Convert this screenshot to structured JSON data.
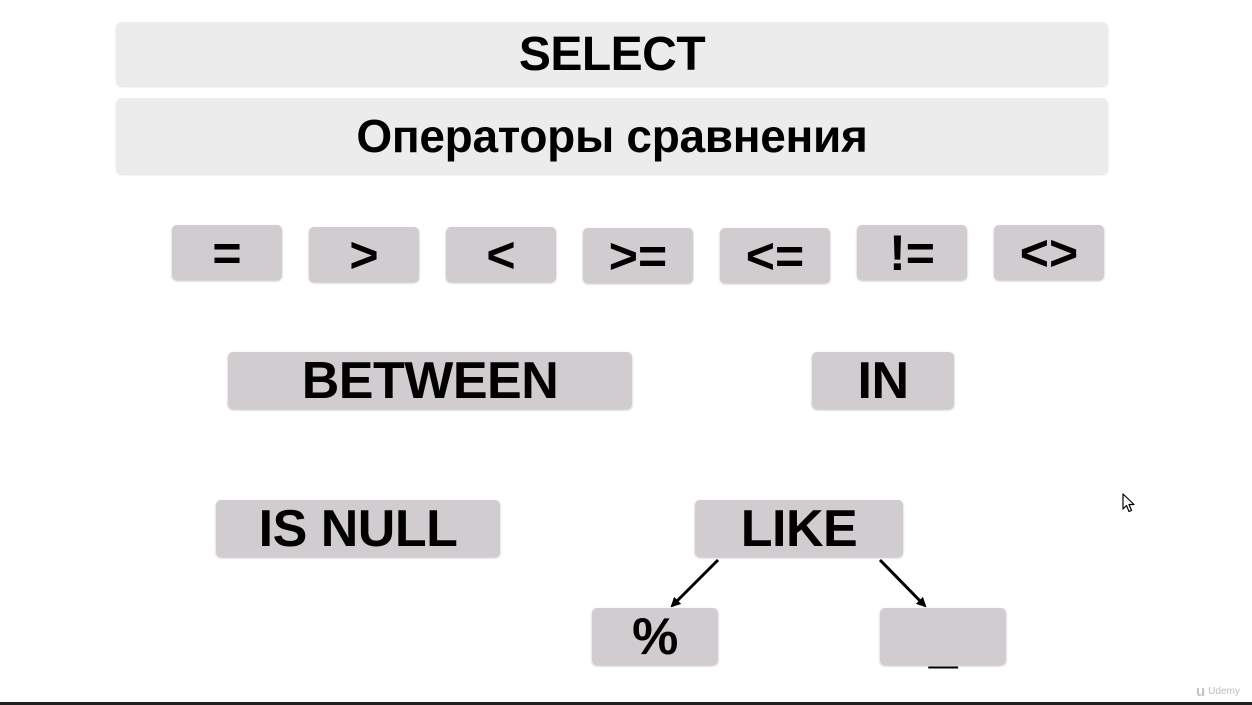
{
  "slide": {
    "title": "SELECT",
    "subtitle": "Операторы сравнения",
    "comparison_operators": [
      "=",
      ">",
      "<",
      ">=",
      "<=",
      "!=",
      "<>"
    ],
    "between_label": "BETWEEN",
    "in_label": "IN",
    "is_null_label": "IS NULL",
    "like_label": "LIKE",
    "like_wildcards": [
      "%",
      "_"
    ]
  },
  "watermark": {
    "brand": "Udemy"
  },
  "colors": {
    "header_bg": "#ececec",
    "operator_box_bg": "#d1ccd0",
    "text": "#000000",
    "background": "#ffffff"
  },
  "icons": {
    "cursor": "mouse-pointer-icon",
    "arrow": "arrow-icon",
    "brand_logo": "udemy-logo-icon"
  }
}
